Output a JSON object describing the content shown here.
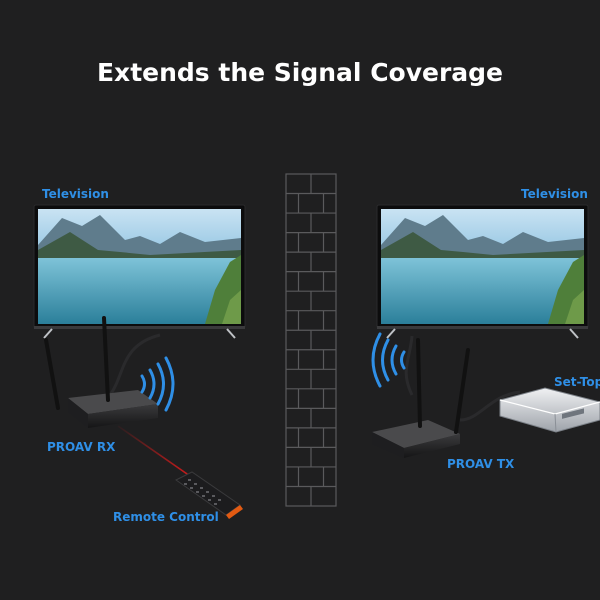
{
  "title": "Extends the Signal Coverage",
  "labels": {
    "tv_left": "Television",
    "tv_right": "Television",
    "rx": "PROAV RX",
    "tx": "PROAV TX",
    "remote": "Remote Control",
    "settop": "Set-Top"
  },
  "colors": {
    "background": "#1f1f20",
    "label": "#2f8fe6",
    "wave": "#2f8fe6",
    "laser": "#e21a1a"
  },
  "icons": [
    "wifi-wave-icon",
    "antenna-icon",
    "television-icon",
    "remote-control-icon",
    "set-top-box-icon",
    "brick-wall-icon"
  ]
}
